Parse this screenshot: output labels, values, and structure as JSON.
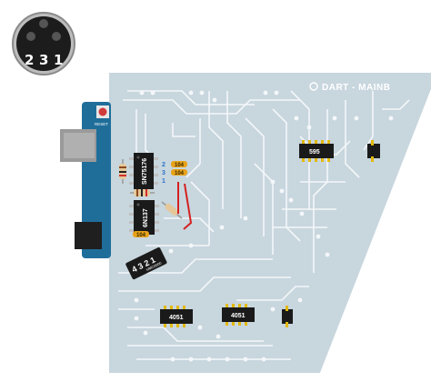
{
  "connector": {
    "pins": [
      "2",
      "3",
      "1"
    ],
    "colors": {
      "body": "#1c1c1c",
      "rim": "#9a9a9a",
      "hole": "#4a4a4a"
    }
  },
  "board": {
    "title": "DART - MAINB",
    "colors": {
      "pcb": "#c8d6de",
      "trace": "#f2f6f8"
    }
  },
  "arduino": {
    "reset_label": "RESET",
    "colors": {
      "pcb": "#1f6e9a",
      "usb": "#9a9a9a",
      "jack": "#202020",
      "button": "#d23b3b"
    }
  },
  "chips": {
    "sn75176": "SN75176",
    "n6n137": "6N137",
    "ic595": "595",
    "ic4051_a": "4051",
    "ic4051_b": "4051"
  },
  "capacitors": {
    "c1": "104",
    "c2": "104",
    "c3": "104"
  },
  "dip_labels": [
    "2",
    "3",
    "1"
  ],
  "switch_module": {
    "numbers": "4 3 2 1",
    "sub": "HMC0000"
  },
  "colors": {
    "chip_body": "#1a1a1a",
    "chip_pin": "#e3b90c",
    "capacitor": "#e8a21a",
    "wire": "#d42020"
  }
}
